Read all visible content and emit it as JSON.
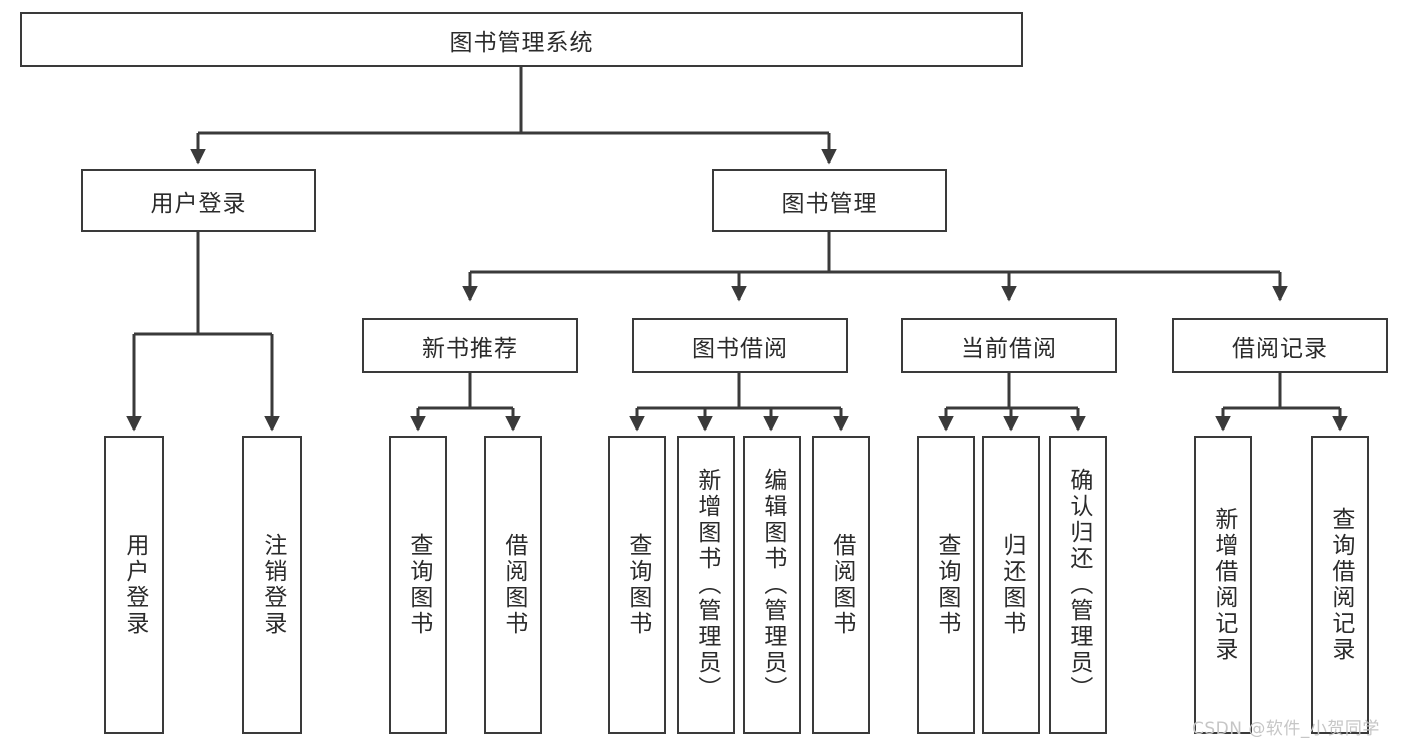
{
  "diagram": {
    "type": "tree",
    "title": "图书管理系统",
    "orientation": "top-down",
    "watermark": "CSDN @软件_小贺同学",
    "colors": {
      "box_border": "#3a3a3a",
      "box_fill": "#ffffff",
      "connector": "#3a3a3a",
      "text": "#2b2b2b",
      "watermark": "#c6c6c6",
      "background": "#ffffff"
    },
    "nodes": {
      "root": {
        "label": "图书管理系统"
      },
      "level2": [
        {
          "label": "用户登录"
        },
        {
          "label": "图书管理"
        }
      ],
      "level3": [
        {
          "label": "新书推荐"
        },
        {
          "label": "图书借阅"
        },
        {
          "label": "当前借阅"
        },
        {
          "label": "借阅记录"
        }
      ],
      "leaves": {
        "user_login": [
          {
            "label": "用户登录"
          },
          {
            "label": "注销登录"
          }
        ],
        "new_book_recommend": [
          {
            "label": "查询图书"
          },
          {
            "label": "借阅图书"
          }
        ],
        "book_borrow": [
          {
            "label": "查询图书"
          },
          {
            "label": "新增图书（管理员）"
          },
          {
            "label": "编辑图书（管理员）"
          },
          {
            "label": "借阅图书"
          }
        ],
        "current_borrow": [
          {
            "label": "查询图书"
          },
          {
            "label": "归还图书"
          },
          {
            "label": "确认归还（管理员）"
          }
        ],
        "borrow_record": [
          {
            "label": "新增借阅记录"
          },
          {
            "label": "查询借阅记录"
          }
        ]
      }
    }
  }
}
